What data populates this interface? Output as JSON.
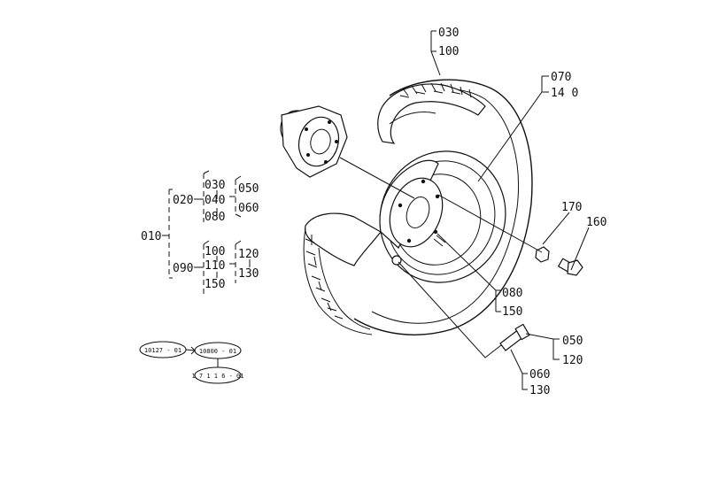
{
  "diagram": {
    "callouts": {
      "c030_100": [
        "030",
        "100"
      ],
      "c070_140": [
        "070",
        "14 0"
      ],
      "c170": "170",
      "c160": "160",
      "c080_150": [
        "080",
        "150"
      ],
      "c050_120": [
        "050",
        "120"
      ],
      "c060_130": [
        "060",
        "130"
      ]
    },
    "tree": {
      "root": "010",
      "g1": "020",
      "g1_items": [
        "030",
        "040",
        "080"
      ],
      "g1_sub": [
        "050",
        "060"
      ],
      "g2": "090",
      "g2_items": [
        "100",
        "110",
        "150"
      ],
      "g2_sub": [
        "120",
        "130"
      ]
    },
    "codes": {
      "a": "10127 - 01",
      "b": "10800 - 01",
      "c": "1 7 1 1 6 - 01"
    }
  }
}
